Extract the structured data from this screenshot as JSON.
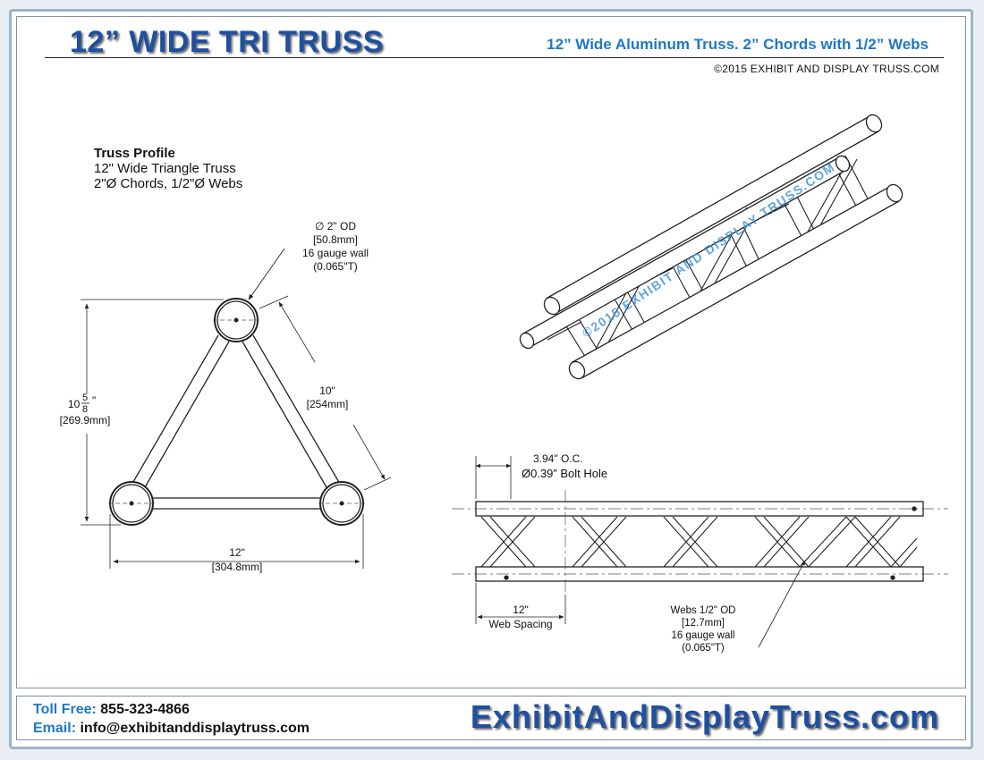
{
  "header": {
    "title": "12” WIDE TRI TRUSS",
    "subtitle": "12” Wide Aluminum Truss. 2” Chords with 1/2” Webs",
    "copyright": "©2015 EXHIBIT AND DISPLAY TRUSS.COM"
  },
  "profile": {
    "heading": "Truss Profile",
    "line1": "12\" Wide Triangle Truss",
    "line2": "2\"Ø Chords, 1/2\"Ø Webs"
  },
  "chord_callout": {
    "od": "∅ 2\" OD",
    "mm": "[50.8mm]",
    "gauge": "16 gauge wall",
    "wall": "(0.065\"T)"
  },
  "dims": {
    "height_whole": "10",
    "height_num": "5",
    "height_den": "8",
    "height_inch": "\"",
    "height_mm": "[269.9mm]",
    "side": "10\"",
    "side_mm": "[254mm]",
    "width": "12\"",
    "width_mm": "[304.8mm]"
  },
  "iso": {
    "watermark": "©2015 EXHIBIT AND DISPLAY TRUSS.COM"
  },
  "side_view": {
    "oc": "3.94\" O.C.",
    "bolt": "Ø0.39” Bolt Hole",
    "spacing": "12\"",
    "spacing_label": "Web Spacing",
    "webs_od": "Webs 1/2\" OD",
    "webs_mm": "[12.7mm]",
    "webs_gauge": "16 gauge wall",
    "webs_wall": "(0.065\"T)"
  },
  "footer": {
    "toll_label": "Toll Free:",
    "toll_value": "855-323-4866",
    "email_label": "Email:",
    "email_value": "info@exhibitanddisplaytruss.com",
    "brand": "ExhibitAndDisplayTruss.com"
  },
  "colors": {
    "title_blue": "#1e4fa0",
    "accent_blue": "#1e78c8",
    "watermark_blue": "#3a8fd8",
    "frame": "#9fb3c7"
  }
}
